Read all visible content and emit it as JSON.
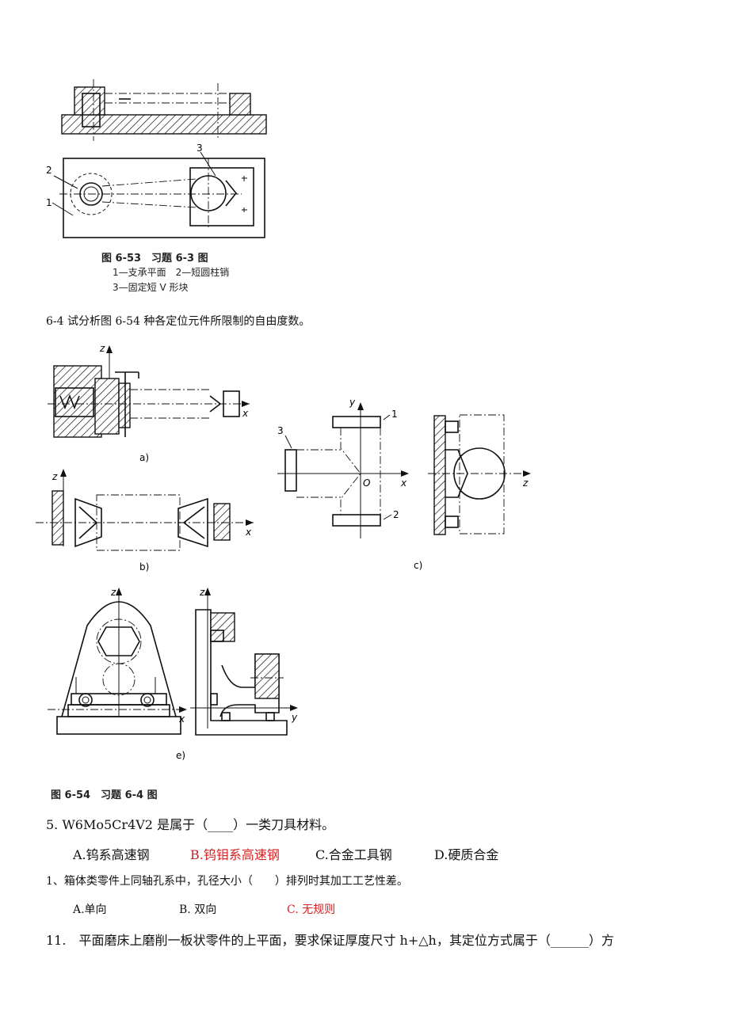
{
  "figure_6_53": {
    "callouts": [
      "1",
      "2",
      "3"
    ],
    "caption": "图 6-53　习题 6-3 图",
    "legend_line1": "1—支承平面　2—短圆柱销",
    "legend_line2": "3—固定短 V 形块"
  },
  "question_6_4": "6-4 试分析图 6-54 种各定位元件所限制的自由度数。",
  "figure_6_54": {
    "sub_labels": [
      "a)",
      "b)",
      "c)",
      "e)"
    ],
    "axes": [
      "z",
      "x",
      "y",
      "O"
    ],
    "callouts_c": [
      "1",
      "2",
      "3"
    ],
    "caption": "图 6-54　习题 6-4 图"
  },
  "question_5": {
    "stem": "5. W6Mo5Cr4V2 是属于（____）一类刀具材料。",
    "options": [
      {
        "text": "A.钨系高速钢",
        "correct": false
      },
      {
        "text": "B.钨钼系高速钢",
        "correct": true
      },
      {
        "text": "C.合金工具钢",
        "correct": false
      },
      {
        "text": "D.硬质合金",
        "correct": false
      }
    ]
  },
  "question_1": {
    "stem": "1、箱体类零件上同轴孔系中，孔径大小（　　）排列时其加工工艺性差。",
    "options": [
      {
        "text": "A.单向",
        "correct": false
      },
      {
        "text": "B. 双向",
        "correct": false
      },
      {
        "text": "C. 无规则",
        "correct": true
      }
    ]
  },
  "question_11": {
    "stem": "11.　平面磨床上磨削一板状零件的上平面，要求保证厚度尺寸 h+△h，其定位方式属于（______）方"
  },
  "colors": {
    "correct_answer": "#d42020",
    "text": "#111111"
  }
}
